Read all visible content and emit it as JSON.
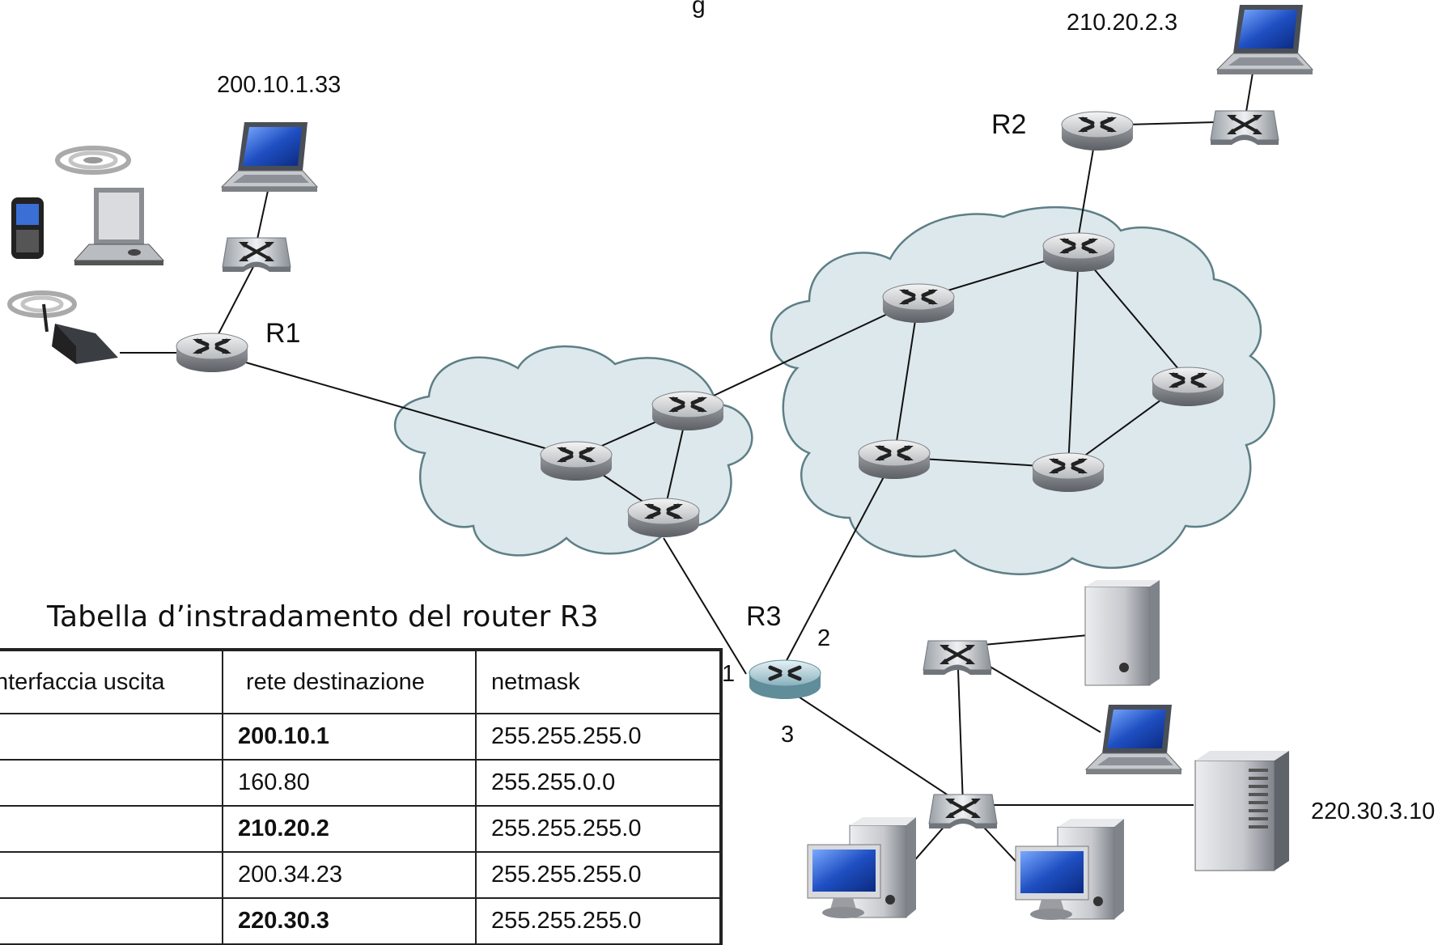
{
  "labels": {
    "r1": "R1",
    "r2": "R2",
    "r3": "R3",
    "ip_200_10_1_33": "200.10.1.33",
    "ip_210_20_2_3": "210.20.2.3",
    "ip_220_30_3_10": "220.30.3.10",
    "port_1": "1",
    "port_2": "2",
    "port_3": "3",
    "top_fragment": "g"
  },
  "table": {
    "title": "Tabella d’instradamento del router R3",
    "headers": [
      "nterfaccia uscita",
      "rete destinazione",
      "netmask"
    ],
    "rows": [
      {
        "iface": "",
        "dest": "200.10.1",
        "mask": "255.255.255.0",
        "bold": true
      },
      {
        "iface": "",
        "dest": "160.80",
        "mask": "255.255.0.0",
        "bold": false
      },
      {
        "iface": "",
        "dest": "210.20.2",
        "mask": "255.255.255.0",
        "bold": true
      },
      {
        "iface": "",
        "dest": "200.34.23",
        "mask": "255.255.255.0",
        "bold": false
      },
      {
        "iface": "",
        "dest": "220.30.3",
        "mask": "255.255.255.0",
        "bold": true
      }
    ]
  },
  "colors": {
    "cloud_fill": "#dde8ec",
    "cloud_stroke": "#5d7f86",
    "router_body": "#b8bcc0",
    "router_r3_body": "#8fb8c4",
    "screen_blue": "#1f4fc2"
  }
}
